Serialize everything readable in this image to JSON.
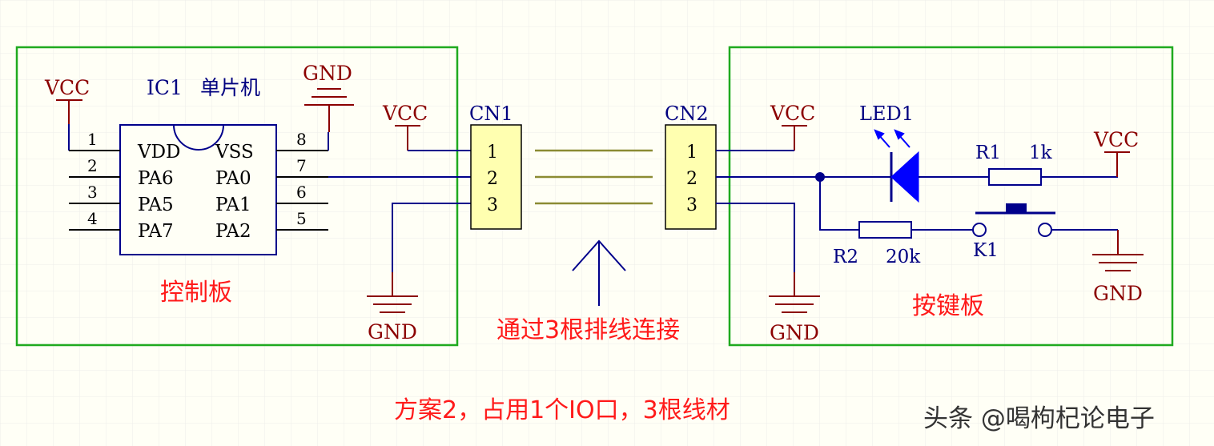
{
  "colors": {
    "wire": "#00008b",
    "power": "#8b0000",
    "box": "#1faa1f",
    "text": "#000080",
    "note": "#ff1a1a",
    "connector": "#ffffb0",
    "harness": "#8b8b33"
  },
  "control_board": {
    "vcc": "VCC",
    "gnd_top": "GND",
    "gnd_bottom": "GND",
    "ic_ref": "IC1",
    "ic_name": "单片机",
    "pin_numbers": [
      "1",
      "2",
      "3",
      "4",
      "8",
      "7",
      "6",
      "5"
    ],
    "left_pins": [
      "VDD",
      "PA6",
      "PA5",
      "PA7"
    ],
    "right_pins": [
      "VSS",
      "PA0",
      "PA1",
      "PA2"
    ],
    "vcc_right": "VCC",
    "label": "控制板"
  },
  "cn1": {
    "ref": "CN1",
    "pins": [
      "1",
      "2",
      "3"
    ]
  },
  "cn2": {
    "ref": "CN2",
    "pins": [
      "1",
      "2",
      "3"
    ]
  },
  "middle": {
    "note": "通过3根排线连接",
    "arrow_icon": "up-arrow-icon"
  },
  "key_board": {
    "vcc_left": "VCC",
    "gnd_left": "GND",
    "led_ref": "LED1",
    "r1_ref": "R1",
    "r1_value": "1k",
    "vcc_right": "VCC",
    "r2_ref": "R2",
    "r2_value": "20k",
    "key_ref": "K1",
    "gnd_right": "GND",
    "label": "按键板"
  },
  "caption": "方案2，占用1个IO口，3根线材",
  "watermark": "头条 @喝枸杞论电子"
}
